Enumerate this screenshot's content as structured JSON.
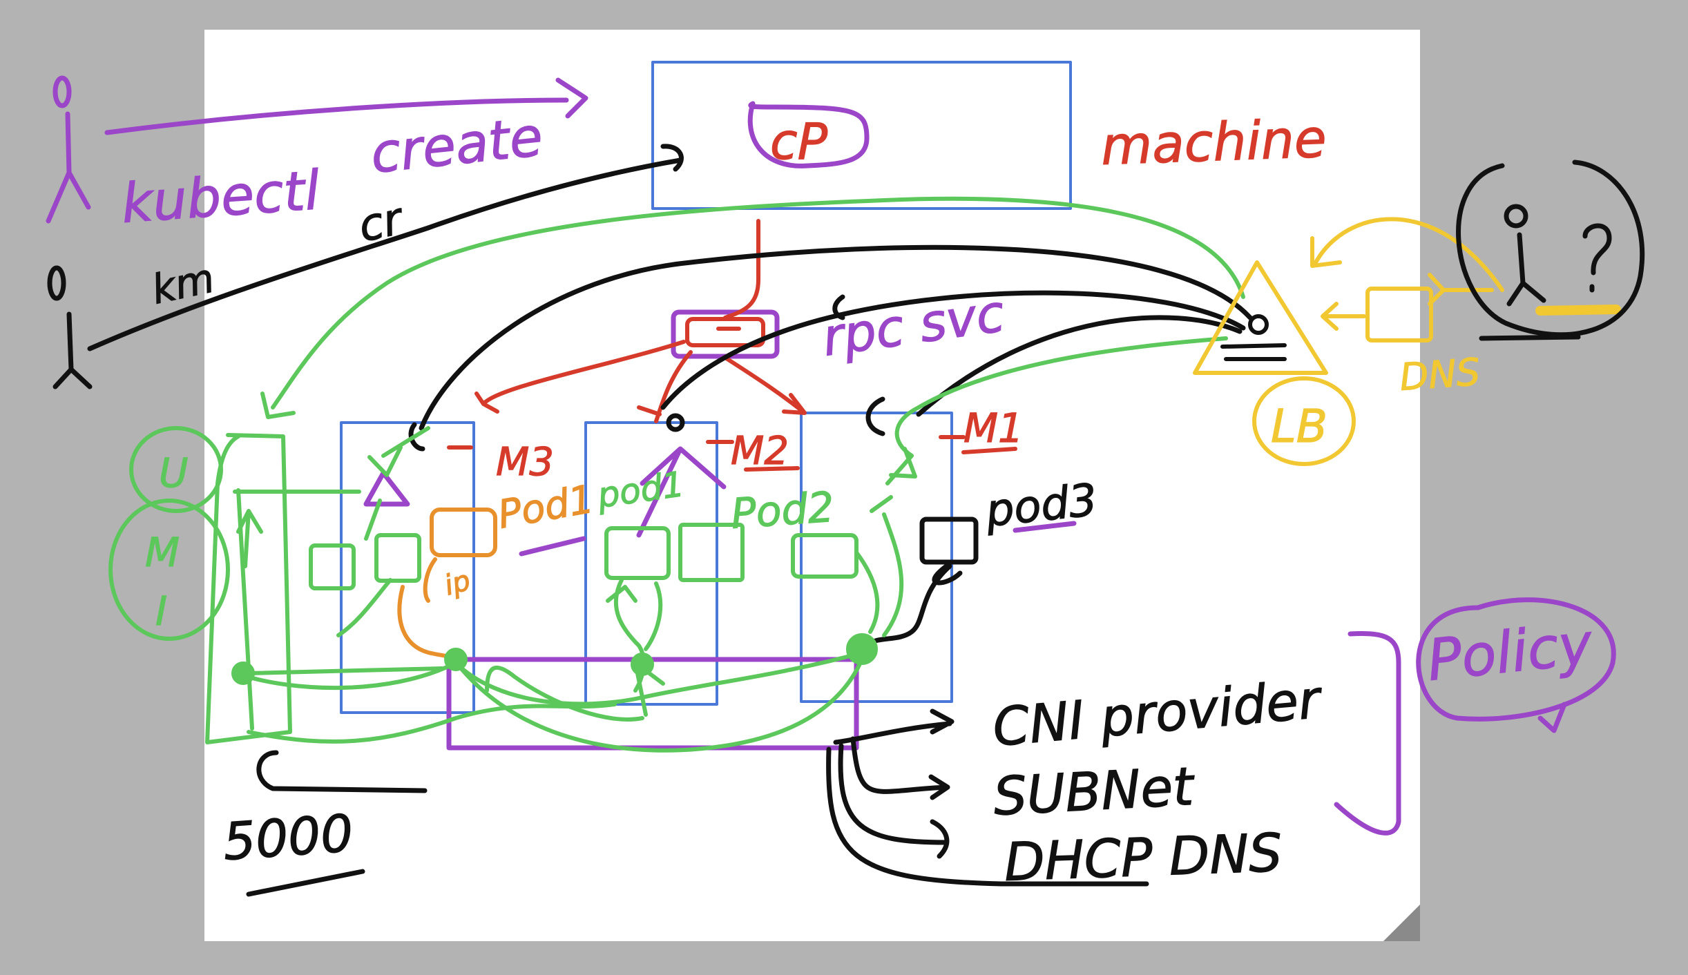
{
  "colors": {
    "background": "#b3b3b3",
    "canvas": "#ffffff",
    "black": "#111111",
    "purple": "#9b45c8",
    "red": "#d63a2a",
    "green": "#5cc85c",
    "blue": "#4a78d8",
    "orange": "#e8902c",
    "yellow": "#f2c832"
  },
  "labels": {
    "kubectl": "kubectl",
    "create": "create",
    "cr": "cr",
    "km": "km",
    "cp": "cP",
    "machine": "machine",
    "rpc_svc": "rpc svc",
    "m3": "M3",
    "m2": "M2",
    "m1": "M1",
    "pod1": "Pod1",
    "pod1_b": "pod1",
    "pod2": "Pod2",
    "pod3": "pod3",
    "ip": "ip",
    "lb": "LB",
    "dns_top": "DNS",
    "cni_provider": "CNI provider",
    "subnet": "SUBNet",
    "dhcp_dns": "DHCP DNS",
    "policy": "Policy",
    "port": "5000",
    "side_u": "U",
    "side_m": "M",
    "side_i": "I"
  }
}
